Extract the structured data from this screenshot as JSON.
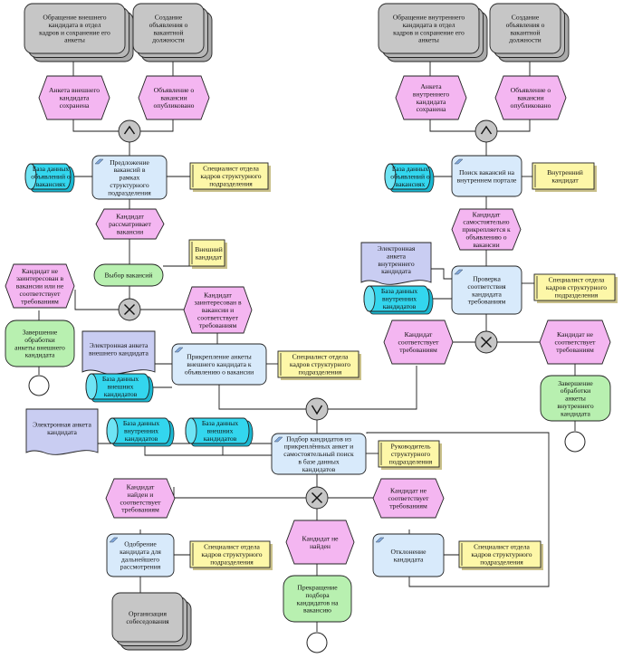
{
  "nodes": {
    "ev_ext_request": "Обращение внешнего|кандидата в отдел|кадров и сохранение его|анкеты",
    "ev_vacancy_create_l": "Создание|объявления о|вакантной|должности",
    "ev_int_request": "Обращение внутреннего|кандидата в отдел|кадров и сохранение его|анкеты",
    "ev_vacancy_create_r": "Создание|объявления о|вакантной|должности",
    "ev_ext_saved": "Анкета внешнего|кандидата|сохранена",
    "ev_vacancy_pub_l": "Объявление о|вакансии|опубликовано",
    "ev_int_saved": "Анкета|внутреннего|кандидата|сохранена",
    "ev_vacancy_pub_r": "Объявление о|вакансии|опубликовано",
    "db_vacancies_l": "База данных|объявлений о|вакансиях",
    "fn_offer_vacancies": "Предложение|вакансий в|рамках|структурного|подразделения",
    "org_dept_spec_1": "Специалист отдела|кадров структурного|подразделения",
    "db_vacancies_r": "База данных|объявлений о|вакансиях",
    "fn_search_portal": "Поиск вакансий на|внутреннем портале",
    "org_int_candidate": "Внутренний|кандидат",
    "ev_considers": "Кандидат|рассматривает|вакансии",
    "org_ext_candidate": "Внешний|кандидат",
    "fn_choose_vacancy": "Выбор вакансий",
    "ev_self_attached": "Кандидат|самостоятельно|прикрепляется к|объявлению о|вакансии",
    "doc_int_form": "Электронная|анкета|внутреннего|кандидата",
    "fn_check_fit": "Проверка|соответствия|кандидата|требованиям",
    "org_dept_spec_2": "Специалист отдела|кадров структурного|подразделения",
    "db_int_candidates_r": "База данных|внутренних|кандидатов",
    "ev_not_interested": "Кандидат не|заинтересован в|вакансии или не|соответствует|требованиям",
    "ev_interested": "Кандидат|заинтересован в|вакансии и|соответствует|требованиям",
    "ev_fits_r": "Кандидат|соответствует|требованиям",
    "ev_not_fits_r": "Кандидат не|соответствует|требованиям",
    "fn_finish_ext": "Завершение|обработки|анкеты внешнего|кандидата",
    "doc_ext_form_1": "Электронная анкета|внешнего кандидата",
    "fn_attach_ext": "Прикрепление анкеты|внешнего кандидата к|объявлению о вакансии",
    "org_dept_spec_3": "Специалист отдела|кадров структурного|подразделения",
    "fn_finish_int": "Завершение|обработки|анкеты|внутреннего|кандидата",
    "db_ext_candidates_l": "База данных|внешних|кандидатов",
    "doc_ext_form_2": "Электронная анкета|кандидата",
    "db_int_candidates_m": "База данных|внутренних|кандидатов",
    "db_ext_candidates_m": "База данных|внешних|кандидатов",
    "fn_select_candidates": "Подбор кандидатов из|прикреплённых анкет и|самостоятельный поиск|в базе данных|кандидатов",
    "org_head_dept": "Руководитель|структурного|подразделения",
    "ev_found": "Кандидат|найден и|соответствует|требованиям",
    "ev_not_fits_m": "Кандидат не|соответствует|требованиям",
    "ev_not_found": "Кандидат не|найден",
    "fn_approve": "Одобрение|кандидата для|дальнейшего|рассмотрения",
    "org_dept_spec_4": "Специалист отдела|кадров структурного|подразделения",
    "fn_reject": "Отклонение|кандидата",
    "org_dept_spec_5": "Специалист отдела|кадров структурного|подразделения",
    "fn_stop_search": "Прекращение|подбора|кандидатов на|вакансию",
    "ev_interview": "Организация|собеседования"
  },
  "gateways": {
    "and_l": "∧",
    "and_r": "∧",
    "xor_l": "✕",
    "xor_r": "✕",
    "or_m": "∨",
    "xor_b": "✕"
  },
  "colors": {
    "event": "#f4b6f1",
    "function": "#d8eafb",
    "function_done": "#b8f0b0",
    "org": "#fdf7a8",
    "doc": "#c9cdf2",
    "db": "#33d6ee",
    "process_path": "#c6c6c6",
    "gateway": "#c6c6c6"
  }
}
